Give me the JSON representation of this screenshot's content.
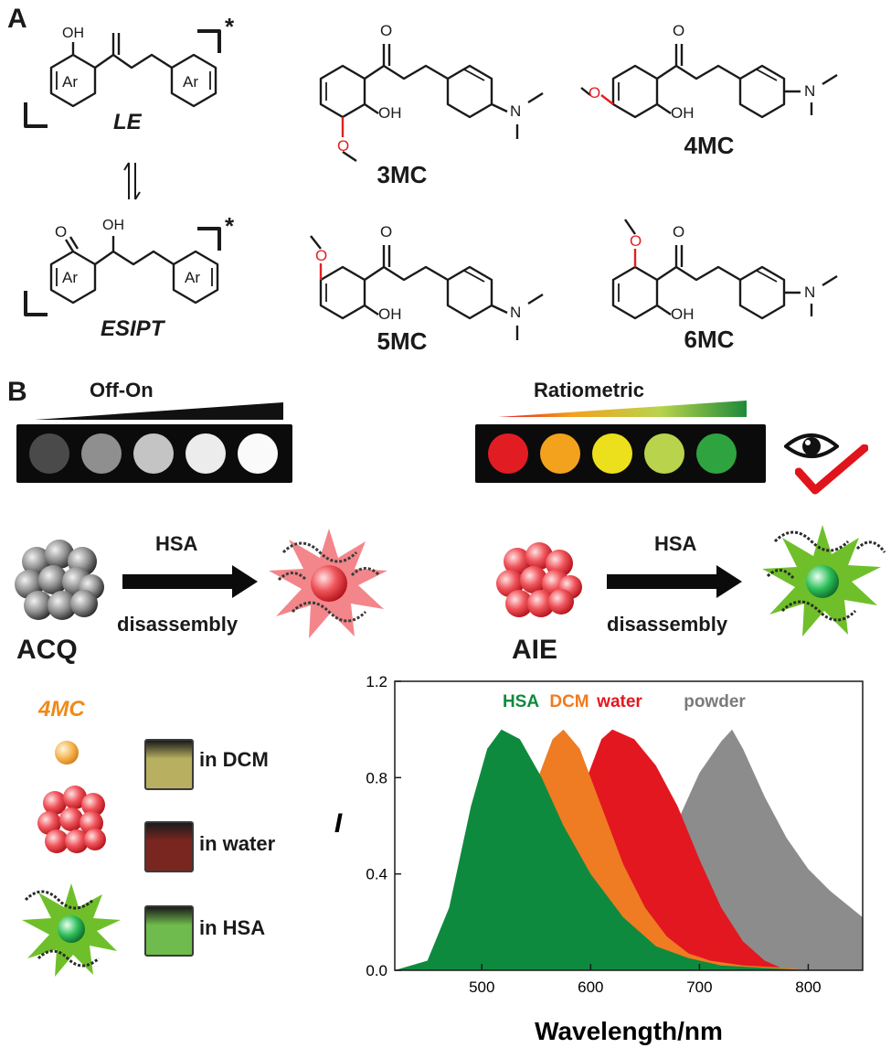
{
  "panels": {
    "a": "A",
    "b": "B"
  },
  "structures": {
    "le": "LE",
    "esipt": "ESIPT",
    "star": "*",
    "ar": "Ar",
    "oh": "OH",
    "o": "O",
    "n": "N",
    "compounds": [
      "3MC",
      "4MC",
      "5MC",
      "6MC"
    ]
  },
  "modes": {
    "off_on": "Off-On",
    "ratiometric": "Ratiometric"
  },
  "offon_dots": [
    "#4a4a4a",
    "#8f8f8f",
    "#c4c4c4",
    "#ececec",
    "#fafafa"
  ],
  "ratio_dots": [
    "#e21c23",
    "#f2a21d",
    "#ecdf1c",
    "#b9d44c",
    "#2fa33f"
  ],
  "process": {
    "hsa": "HSA",
    "disassembly": "disassembly",
    "acq": "ACQ",
    "aie": "AIE"
  },
  "vials": {
    "compound": "4MC",
    "labels": [
      "in DCM",
      "in water",
      "in HSA"
    ],
    "colors": [
      "#b8b060",
      "#7a2620",
      "#6fbb4d"
    ]
  },
  "chart_data": {
    "type": "area",
    "xlabel": "Wavelength/nm",
    "ylabel": "I",
    "xlim": [
      420,
      850
    ],
    "ylim": [
      0,
      1.2
    ],
    "xticks": [
      500,
      600,
      700,
      800
    ],
    "yticks": [
      0.0,
      0.4,
      0.8,
      1.2
    ],
    "ytick_labels": [
      "0.0",
      "0.4",
      "0.8",
      "1.2"
    ],
    "series": [
      {
        "name": "powder",
        "color": "#8c8c8c",
        "peak": 725,
        "x": [
          640,
          660,
          680,
          700,
          720,
          730,
          740,
          760,
          780,
          800,
          820,
          850
        ],
        "y": [
          0.0,
          0.3,
          0.62,
          0.82,
          0.95,
          1.0,
          0.92,
          0.72,
          0.55,
          0.42,
          0.33,
          0.22
        ]
      },
      {
        "name": "water",
        "color": "#e3171f",
        "peak": 620,
        "x": [
          520,
          560,
          590,
          610,
          620,
          640,
          660,
          680,
          700,
          720,
          740,
          760,
          780
        ],
        "y": [
          0.0,
          0.3,
          0.72,
          0.96,
          1.0,
          0.96,
          0.85,
          0.68,
          0.46,
          0.26,
          0.12,
          0.04,
          0.0
        ]
      },
      {
        "name": "DCM",
        "color": "#ef7b22",
        "peak": 575,
        "x": [
          480,
          520,
          550,
          565,
          575,
          590,
          610,
          630,
          650,
          670,
          690,
          710,
          740,
          780,
          800
        ],
        "y": [
          0.0,
          0.3,
          0.78,
          0.96,
          1.0,
          0.92,
          0.68,
          0.44,
          0.26,
          0.14,
          0.07,
          0.04,
          0.02,
          0.01,
          0.0
        ]
      },
      {
        "name": "HSA",
        "color": "#0e8a3e",
        "peak": 518,
        "x": [
          420,
          450,
          470,
          490,
          505,
          518,
          535,
          555,
          575,
          600,
          630,
          660,
          690,
          720,
          760,
          800
        ],
        "y": [
          0.0,
          0.04,
          0.26,
          0.68,
          0.92,
          1.0,
          0.96,
          0.8,
          0.6,
          0.4,
          0.22,
          0.1,
          0.05,
          0.02,
          0.01,
          0.0
        ]
      }
    ]
  }
}
